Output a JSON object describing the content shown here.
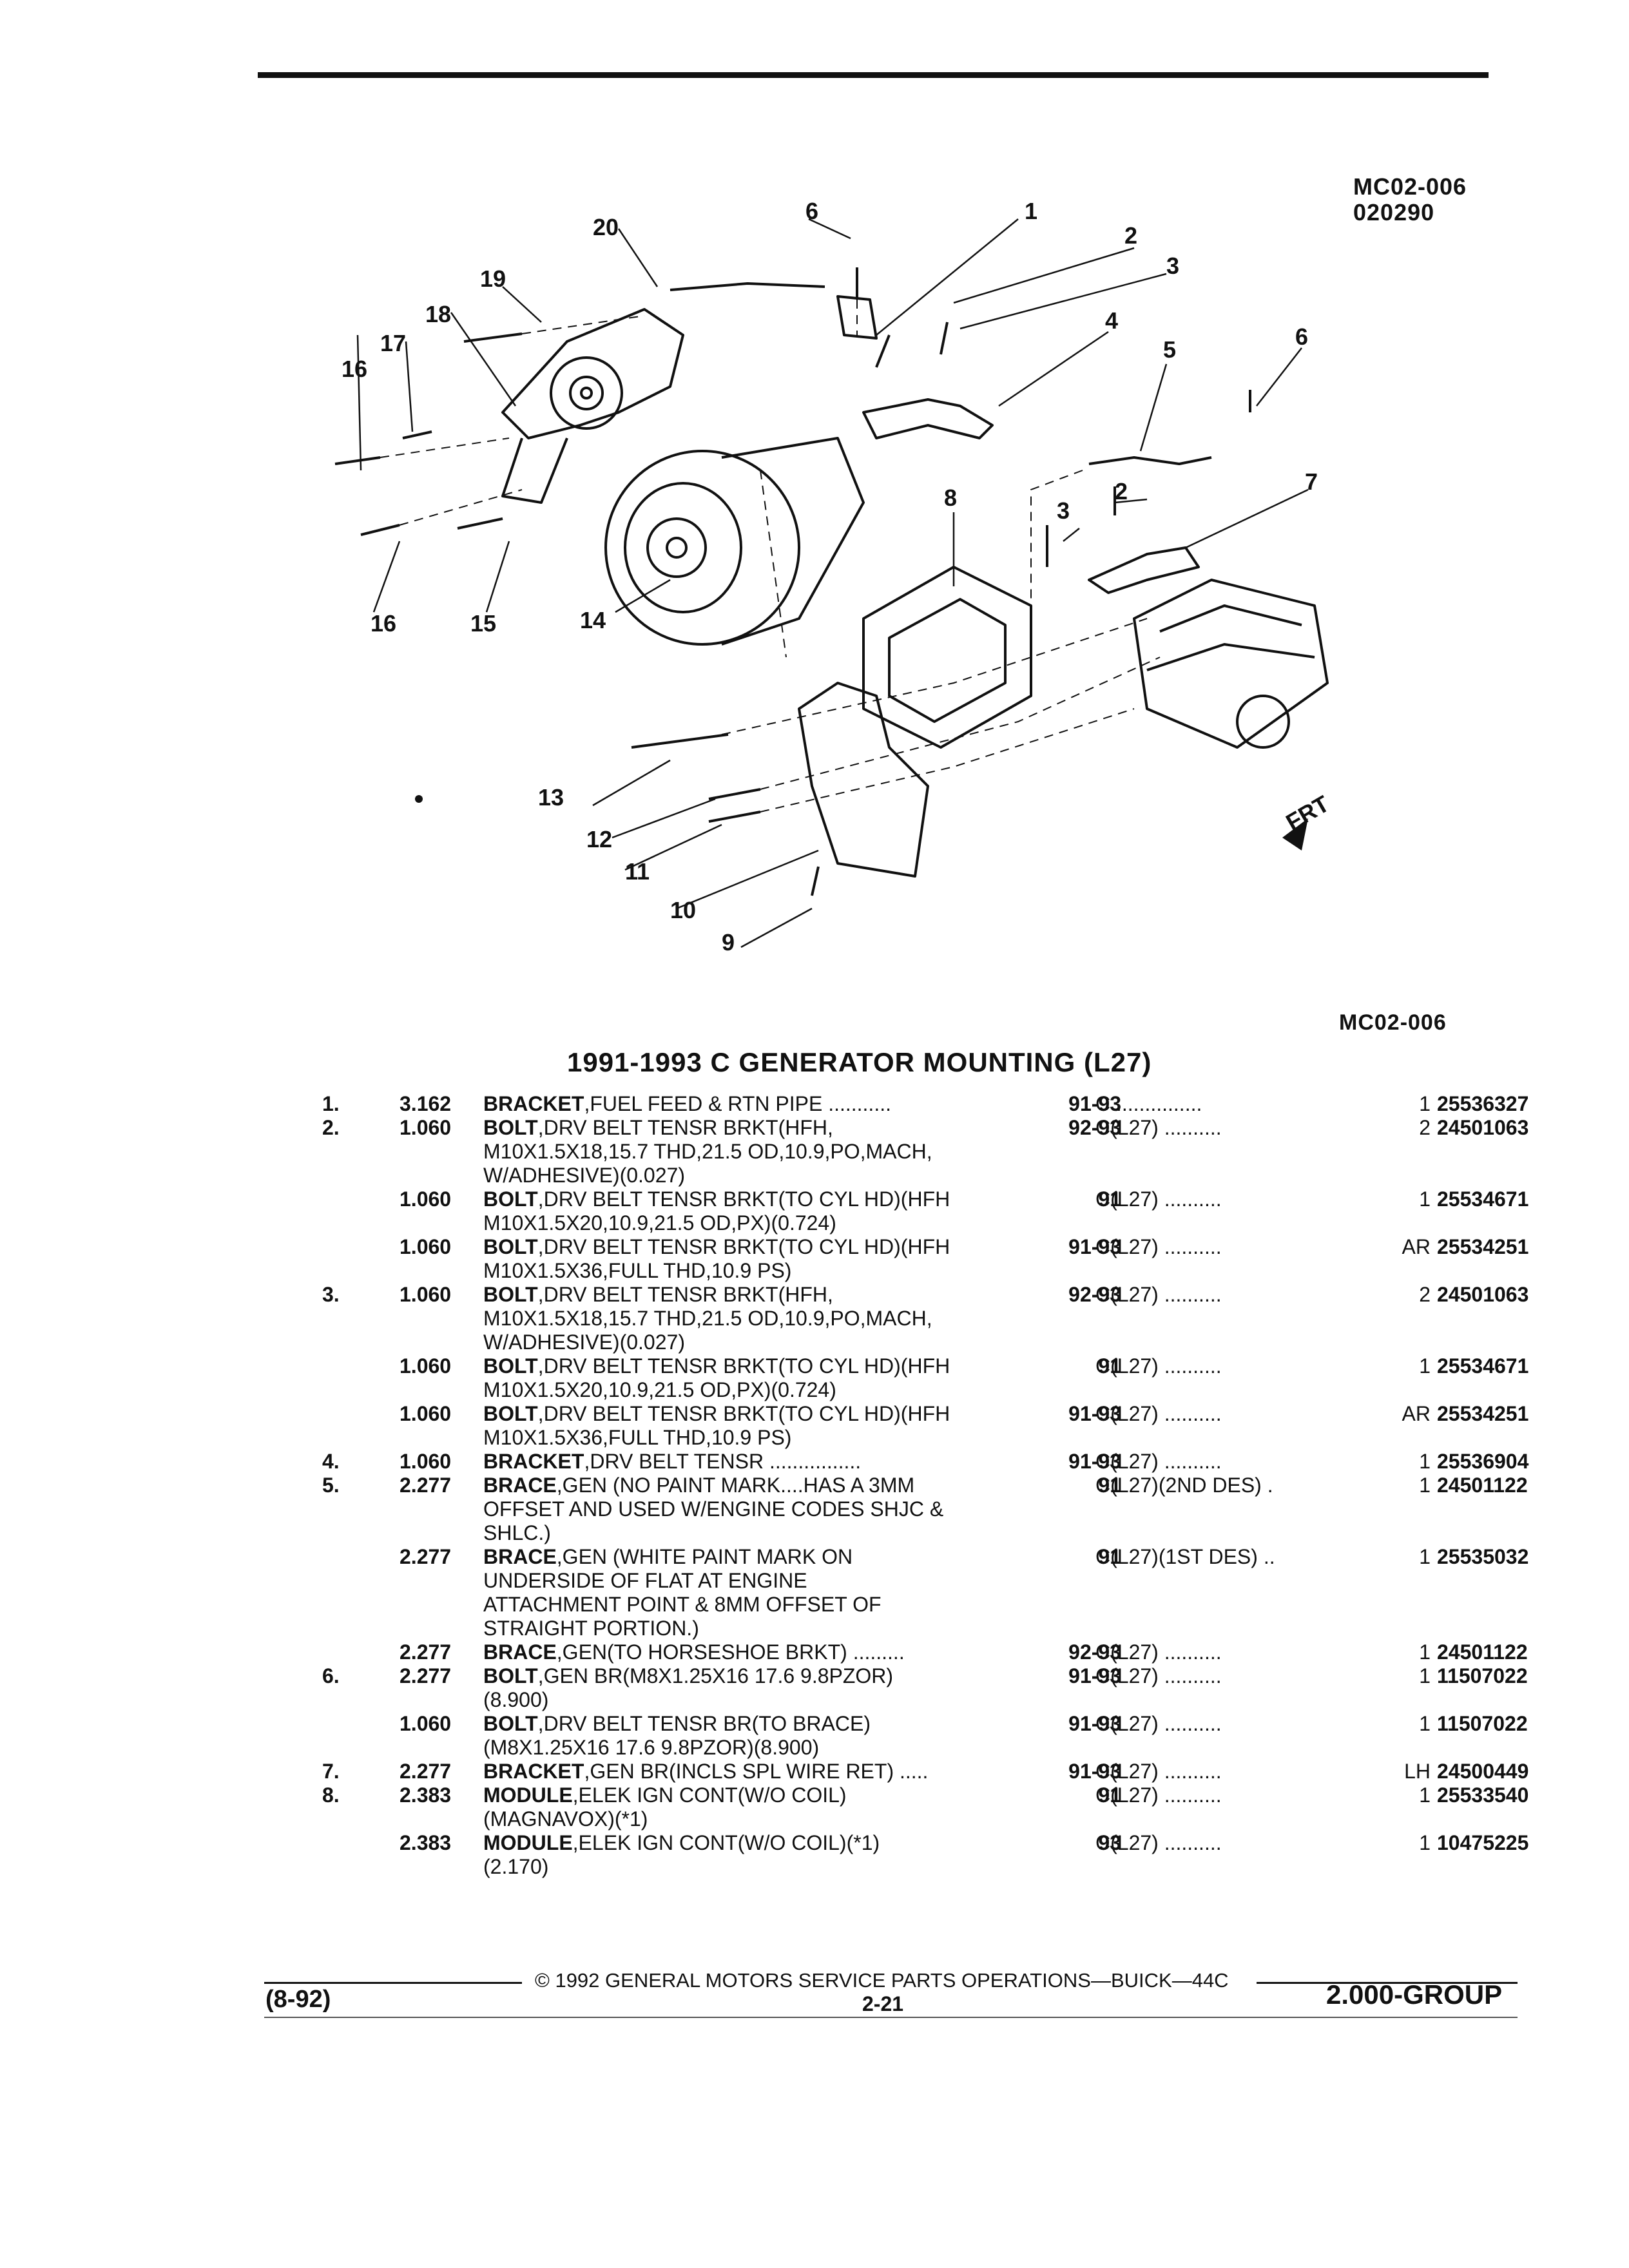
{
  "header": {
    "code": "MC02-006",
    "sub_code": "020290"
  },
  "diagram": {
    "callouts": [
      "1",
      "2",
      "3",
      "4",
      "5",
      "6",
      "7",
      "8",
      "9",
      "10",
      "11",
      "12",
      "13",
      "14",
      "15",
      "16",
      "17",
      "18",
      "19",
      "20"
    ],
    "front_label": "FRT",
    "figure_code": "MC02-006"
  },
  "title": "1991-1993 C GENERATOR MOUNTING (L27)",
  "parts": [
    {
      "ref": "1.",
      "group": "3.162",
      "name": "BRACKET",
      "desc": ",FUEL FEED & RTN PIPE ...........",
      "years": "91-93",
      "app": "C ...............",
      "qty": "1",
      "pn": "25536327"
    },
    {
      "ref": "2.",
      "group": "1.060",
      "name": "BOLT",
      "desc": ",DRV BELT TENSR BRKT(HFH,",
      "years": "92-93",
      "app": "C(L27) ..........",
      "qty": "2",
      "pn": "24501063"
    },
    {
      "ref": "",
      "group": "",
      "name": "",
      "desc": "M10X1.5X18,15.7 THD,21.5 OD,10.9,PO,MACH,",
      "years": "",
      "app": "",
      "qty": "",
      "pn": ""
    },
    {
      "ref": "",
      "group": "",
      "name": "",
      "desc": "W/ADHESIVE)(0.027)",
      "years": "",
      "app": "",
      "qty": "",
      "pn": ""
    },
    {
      "ref": "",
      "group": "1.060",
      "name": "BOLT",
      "desc": ",DRV BELT TENSR BRKT(TO CYL HD)(HFH",
      "years": "91",
      "app": "C(L27) ..........",
      "qty": "1",
      "pn": "25534671"
    },
    {
      "ref": "",
      "group": "",
      "name": "",
      "desc": "M10X1.5X20,10.9,21.5 OD,PX)(0.724)",
      "years": "",
      "app": "",
      "qty": "",
      "pn": ""
    },
    {
      "ref": "",
      "group": "1.060",
      "name": "BOLT",
      "desc": ",DRV BELT TENSR BRKT(TO CYL HD)(HFH",
      "years": "91-93",
      "app": "C(L27) ..........",
      "qty": "AR",
      "pn": "25534251"
    },
    {
      "ref": "",
      "group": "",
      "name": "",
      "desc": "M10X1.5X36,FULL THD,10.9 PS)",
      "years": "",
      "app": "",
      "qty": "",
      "pn": ""
    },
    {
      "ref": "3.",
      "group": "1.060",
      "name": "BOLT",
      "desc": ",DRV BELT TENSR BRKT(HFH,",
      "years": "92-93",
      "app": "C(L27) ..........",
      "qty": "2",
      "pn": "24501063"
    },
    {
      "ref": "",
      "group": "",
      "name": "",
      "desc": "M10X1.5X18,15.7 THD,21.5 OD,10.9,PO,MACH,",
      "years": "",
      "app": "",
      "qty": "",
      "pn": ""
    },
    {
      "ref": "",
      "group": "",
      "name": "",
      "desc": "W/ADHESIVE)(0.027)",
      "years": "",
      "app": "",
      "qty": "",
      "pn": ""
    },
    {
      "ref": "",
      "group": "1.060",
      "name": "BOLT",
      "desc": ",DRV BELT TENSR BRKT(TO CYL HD)(HFH",
      "years": "91",
      "app": "C(L27) ..........",
      "qty": "1",
      "pn": "25534671"
    },
    {
      "ref": "",
      "group": "",
      "name": "",
      "desc": "M10X1.5X20,10.9,21.5 OD,PX)(0.724)",
      "years": "",
      "app": "",
      "qty": "",
      "pn": ""
    },
    {
      "ref": "",
      "group": "1.060",
      "name": "BOLT",
      "desc": ",DRV BELT TENSR BRKT(TO CYL HD)(HFH",
      "years": "91-93",
      "app": "C(L27) ..........",
      "qty": "AR",
      "pn": "25534251"
    },
    {
      "ref": "",
      "group": "",
      "name": "",
      "desc": "M10X1.5X36,FULL THD,10.9 PS)",
      "years": "",
      "app": "",
      "qty": "",
      "pn": ""
    },
    {
      "ref": "4.",
      "group": "1.060",
      "name": "BRACKET",
      "desc": ",DRV BELT TENSR ................",
      "years": "91-93",
      "app": "C(L27) ..........",
      "qty": "1",
      "pn": "25536904"
    },
    {
      "ref": "5.",
      "group": "2.277",
      "name": "BRACE",
      "desc": ",GEN (NO PAINT MARK....HAS A 3MM",
      "years": "91",
      "app": "C(L27)(2ND DES) .",
      "qty": "1",
      "pn": "24501122"
    },
    {
      "ref": "",
      "group": "",
      "name": "",
      "desc": "OFFSET AND USED W/ENGINE CODES SHJC &",
      "years": "",
      "app": "",
      "qty": "",
      "pn": ""
    },
    {
      "ref": "",
      "group": "",
      "name": "",
      "desc": "SHLC.)",
      "years": "",
      "app": "",
      "qty": "",
      "pn": ""
    },
    {
      "ref": "",
      "group": "2.277",
      "name": "BRACE",
      "desc": ",GEN (WHITE PAINT MARK ON",
      "years": "91",
      "app": "C(L27)(1ST DES) ..",
      "qty": "1",
      "pn": "25535032"
    },
    {
      "ref": "",
      "group": "",
      "name": "",
      "desc": "UNDERSIDE OF FLAT AT ENGINE",
      "years": "",
      "app": "",
      "qty": "",
      "pn": ""
    },
    {
      "ref": "",
      "group": "",
      "name": "",
      "desc": "ATTACHMENT POINT & 8MM OFFSET OF",
      "years": "",
      "app": "",
      "qty": "",
      "pn": ""
    },
    {
      "ref": "",
      "group": "",
      "name": "",
      "desc": "STRAIGHT PORTION.)",
      "years": "",
      "app": "",
      "qty": "",
      "pn": ""
    },
    {
      "ref": "",
      "group": "2.277",
      "name": "BRACE",
      "desc": ",GEN(TO HORSESHOE BRKT) .........",
      "years": "92-93",
      "app": "C(L27) ..........",
      "qty": "1",
      "pn": "24501122"
    },
    {
      "ref": "6.",
      "group": "2.277",
      "name": "BOLT",
      "desc": ",GEN BR(M8X1.25X16 17.6 9.8PZOR)",
      "years": "91-93",
      "app": "C(L27) ..........",
      "qty": "1",
      "pn": "11507022"
    },
    {
      "ref": "",
      "group": "",
      "name": "",
      "desc": "(8.900)",
      "years": "",
      "app": "",
      "qty": "",
      "pn": ""
    },
    {
      "ref": "",
      "group": "1.060",
      "name": "BOLT",
      "desc": ",DRV BELT TENSR BR(TO BRACE)",
      "years": "91-93",
      "app": "C(L27) ..........",
      "qty": "1",
      "pn": "11507022"
    },
    {
      "ref": "",
      "group": "",
      "name": "",
      "desc": "(M8X1.25X16 17.6 9.8PZOR)(8.900)",
      "years": "",
      "app": "",
      "qty": "",
      "pn": ""
    },
    {
      "ref": "7.",
      "group": "2.277",
      "name": "BRACKET",
      "desc": ",GEN BR(INCLS SPL WIRE RET) .....",
      "years": "91-93",
      "app": "C(L27) ..........",
      "qty": "LH",
      "pn": "24500449"
    },
    {
      "ref": "8.",
      "group": "2.383",
      "name": "MODULE",
      "desc": ",ELEK IGN CONT(W/O COIL)",
      "years": "91",
      "app": "C(L27) ..........",
      "qty": "1",
      "pn": "25533540"
    },
    {
      "ref": "",
      "group": "",
      "name": "",
      "desc": "(MAGNAVOX)(*1)",
      "years": "",
      "app": "",
      "qty": "",
      "pn": ""
    },
    {
      "ref": "",
      "group": "2.383",
      "name": "MODULE",
      "desc": ",ELEK IGN CONT(W/O COIL)(*1)",
      "years": "93",
      "app": "C(L27) ..........",
      "qty": "1",
      "pn": "10475225"
    },
    {
      "ref": "",
      "group": "",
      "name": "",
      "desc": "(2.170)",
      "years": "",
      "app": "",
      "qty": "",
      "pn": ""
    }
  ],
  "footer": {
    "copyright": "© 1992 GENERAL MOTORS SERVICE PARTS OPERATIONS—BUICK—44C",
    "date": "(8-92)",
    "page": "2-21",
    "group": "2.000-GROUP"
  }
}
